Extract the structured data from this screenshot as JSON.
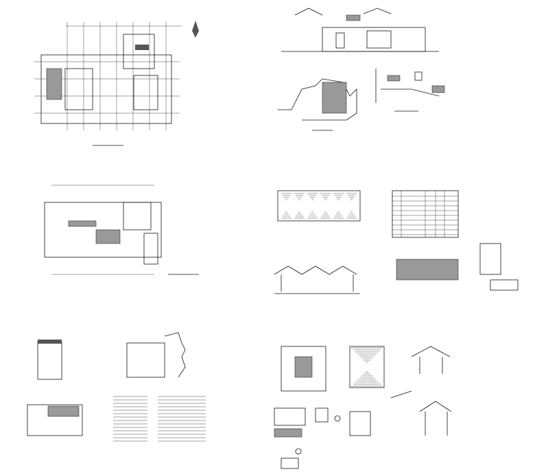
{
  "colors": {
    "background": "#ffffff",
    "line": "#111111",
    "hatch": "#999999"
  },
  "panels": [
    {
      "id": "floor-plan-1"
    },
    {
      "id": "elevations-sections"
    },
    {
      "id": "floor-plan-2"
    },
    {
      "id": "pavilion-details-table"
    },
    {
      "id": "small-building-details-notes"
    },
    {
      "id": "pavilion-plans-elevations"
    }
  ]
}
